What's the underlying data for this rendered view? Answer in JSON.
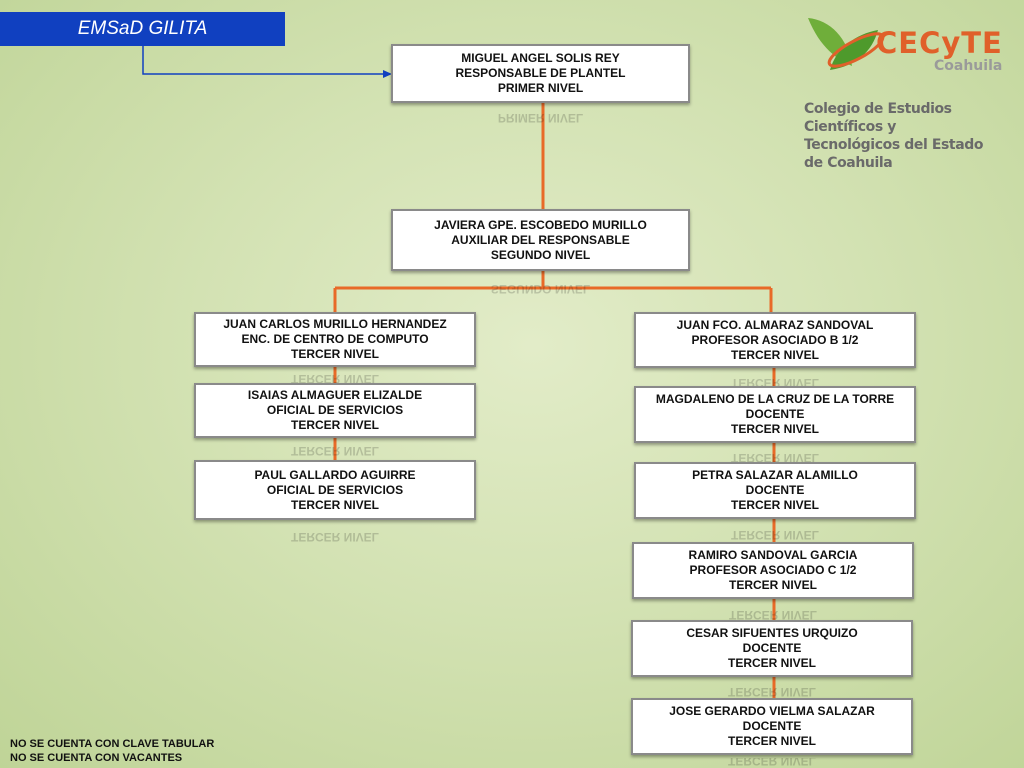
{
  "title": "EMSaD GILITA",
  "logo": {
    "brand": "CECyTE",
    "sub": "Coahuila",
    "line1": "Colegio de Estudios Científicos y",
    "line2": "Tecnológicos del Estado de Coahuila"
  },
  "nodes": [
    {
      "name": "MIGUEL ANGEL SOLIS REY",
      "role": "RESPONSABLE DE PLANTEL",
      "level": "PRIMER NIVEL"
    },
    {
      "name": "JAVIERA GPE. ESCOBEDO MURILLO",
      "role": "AUXILIAR DEL RESPONSABLE",
      "level": "SEGUNDO NIVEL"
    },
    {
      "name": "JUAN CARLOS MURILLO HERNANDEZ",
      "role": "ENC. DE CENTRO DE COMPUTO",
      "level": "TERCER NIVEL"
    },
    {
      "name": "ISAIAS ALMAGUER ELIZALDE",
      "role": "OFICIAL DE SERVICIOS",
      "level": "TERCER NIVEL"
    },
    {
      "name": "PAUL GALLARDO AGUIRRE",
      "role": "OFICIAL DE SERVICIOS",
      "level": "TERCER NIVEL"
    },
    {
      "name": "JUAN FCO. ALMARAZ SANDOVAL",
      "role": "PROFESOR ASOCIADO B 1/2",
      "level": "TERCER NIVEL"
    },
    {
      "name": "MAGDALENO DE LA CRUZ DE LA TORRE",
      "role": "DOCENTE",
      "level": "TERCER NIVEL"
    },
    {
      "name": "PETRA SALAZAR ALAMILLO",
      "role": "DOCENTE",
      "level": "TERCER NIVEL"
    },
    {
      "name": "RAMIRO SANDOVAL GARCIA",
      "role": "PROFESOR ASOCIADO C 1/2",
      "level": "TERCER NIVEL"
    },
    {
      "name": "CESAR SIFUENTES URQUIZO",
      "role": "DOCENTE",
      "level": "TERCER NIVEL"
    },
    {
      "name": "JOSE GERARDO VIELMA SALAZAR",
      "role": "DOCENTE",
      "level": "TERCER NIVEL"
    }
  ],
  "footer": {
    "line1": "NO SE CUENTA CON CLAVE TABULAR",
    "line2": "NO SE CUENTA CON VACANTES"
  }
}
